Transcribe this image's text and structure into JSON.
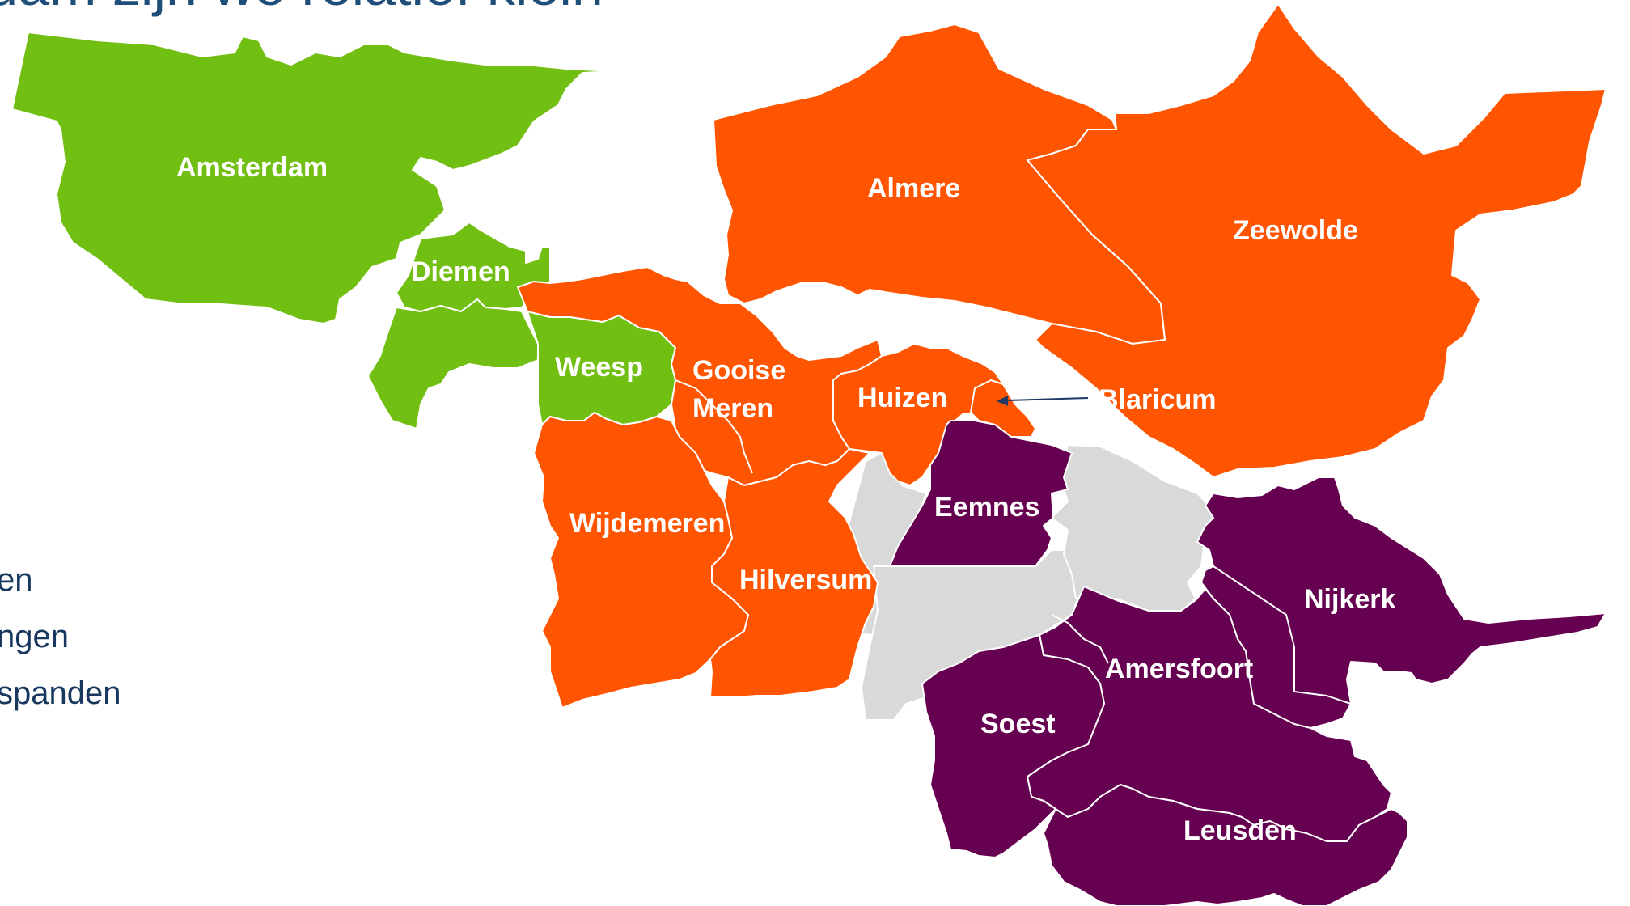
{
  "slide": {
    "title": "rdam zijn we relatief klein",
    "bullets": [
      "en",
      "ngen",
      "spanden"
    ]
  },
  "legend_colors": {
    "amsterdam_region": "#72bf13",
    "gooi_flevoland_region": "#ff5500",
    "eemland_region": "#660050",
    "other": "#d9d9d9"
  },
  "map": {
    "regions": [
      {
        "name": "Amsterdam",
        "group": "amsterdam_region"
      },
      {
        "name": "Diemen",
        "group": "amsterdam_region"
      },
      {
        "name": "Weesp",
        "group": "amsterdam_region"
      },
      {
        "name": "Almere",
        "group": "gooi_flevoland_region"
      },
      {
        "name": "Zeewolde",
        "group": "gooi_flevoland_region"
      },
      {
        "name": "Gooise Meren",
        "group": "gooi_flevoland_region"
      },
      {
        "name": "Huizen",
        "group": "gooi_flevoland_region"
      },
      {
        "name": "Blaricum",
        "group": "gooi_flevoland_region"
      },
      {
        "name": "Wijdemeren",
        "group": "gooi_flevoland_region"
      },
      {
        "name": "Hilversum",
        "group": "gooi_flevoland_region"
      },
      {
        "name": "Eemnes",
        "group": "eemland_region"
      },
      {
        "name": "Nijkerk",
        "group": "eemland_region"
      },
      {
        "name": "Amersfoort",
        "group": "eemland_region"
      },
      {
        "name": "Soest",
        "group": "eemland_region"
      },
      {
        "name": "Leusden",
        "group": "eemland_region"
      }
    ],
    "labels": {
      "amsterdam": "Amsterdam",
      "diemen": "Diemen",
      "weesp": "Weesp",
      "almere": "Almere",
      "zeewolde": "Zeewolde",
      "gooise_meren_1": "Gooise",
      "gooise_meren_2": "Meren",
      "huizen": "Huizen",
      "blaricum": "Blaricum",
      "wijdemeren": "Wijdemeren",
      "hilversum": "Hilversum",
      "eemnes": "Eemnes",
      "nijkerk": "Nijkerk",
      "amersfoort": "Amersfoort",
      "soest": "Soest",
      "leusden": "Leusden"
    }
  }
}
